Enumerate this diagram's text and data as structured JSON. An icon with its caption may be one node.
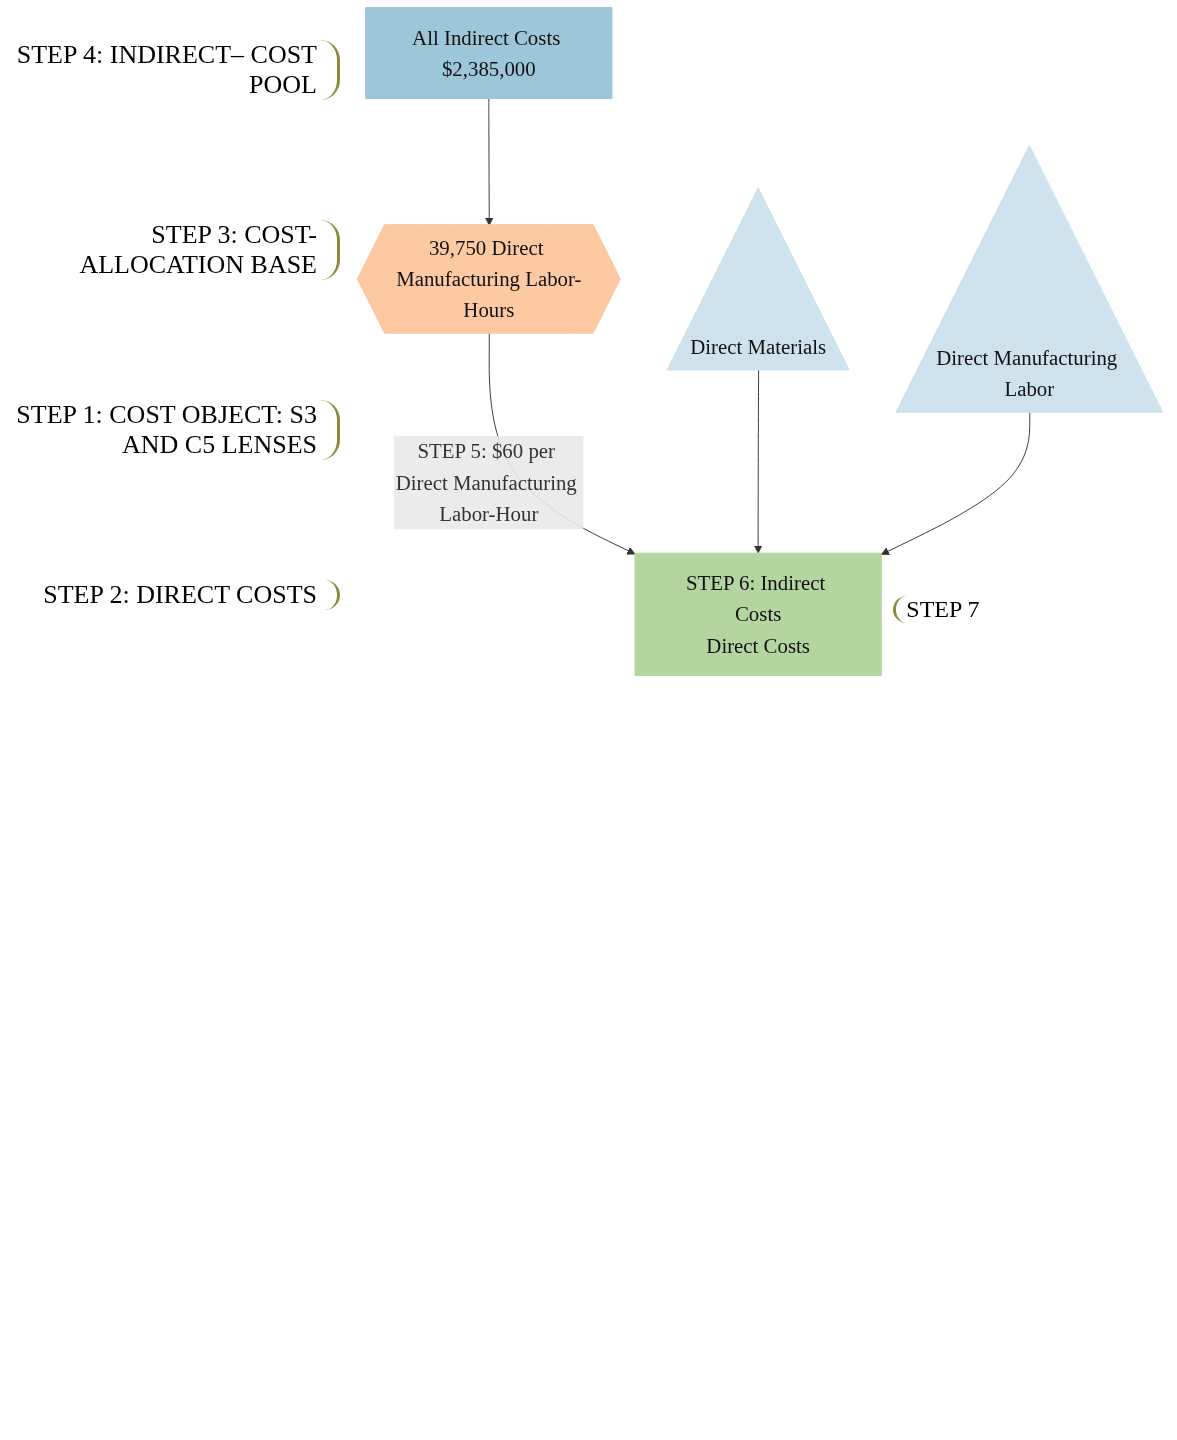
{
  "diagram": {
    "nodes": [
      {
        "text": [
          "All Indirect Costs $2,385,000"
        ]
      },
      {
        "text": [
          "39,750 Direct Manufacturing Labor-Hours"
        ]
      },
      {
        "text": [
          "STEP 6: Indirect Costs",
          "Direct Costs"
        ],
        "beside": [
          "STEP 7"
        ]
      },
      {
        "text": [
          "Direct Materials"
        ]
      },
      {
        "text": [
          "Direct Manufacturing Labor"
        ]
      }
    ],
    "edges": [
      {
        "from": 0,
        "to": 1,
        "arrow": "to"
      },
      {
        "from": 1,
        "to": 2,
        "arrow": "to",
        "label": "STEP 5: $60 per Direct Manufacturing Labor-Hour"
      },
      {
        "from": 3,
        "to": 2,
        "arrow": "to"
      },
      {
        "from": 4,
        "to": 2,
        "arrow": "to"
      }
    ],
    "labels": [
      "STEP 4: INDIRECT– COST POOL",
      "STEP 3: COST-ALLOCATION BASE",
      "STEP 1: COST OBJECT: S3 AND C5 LENSES",
      "STEP 2: DIRECT COSTS"
    ]
  }
}
